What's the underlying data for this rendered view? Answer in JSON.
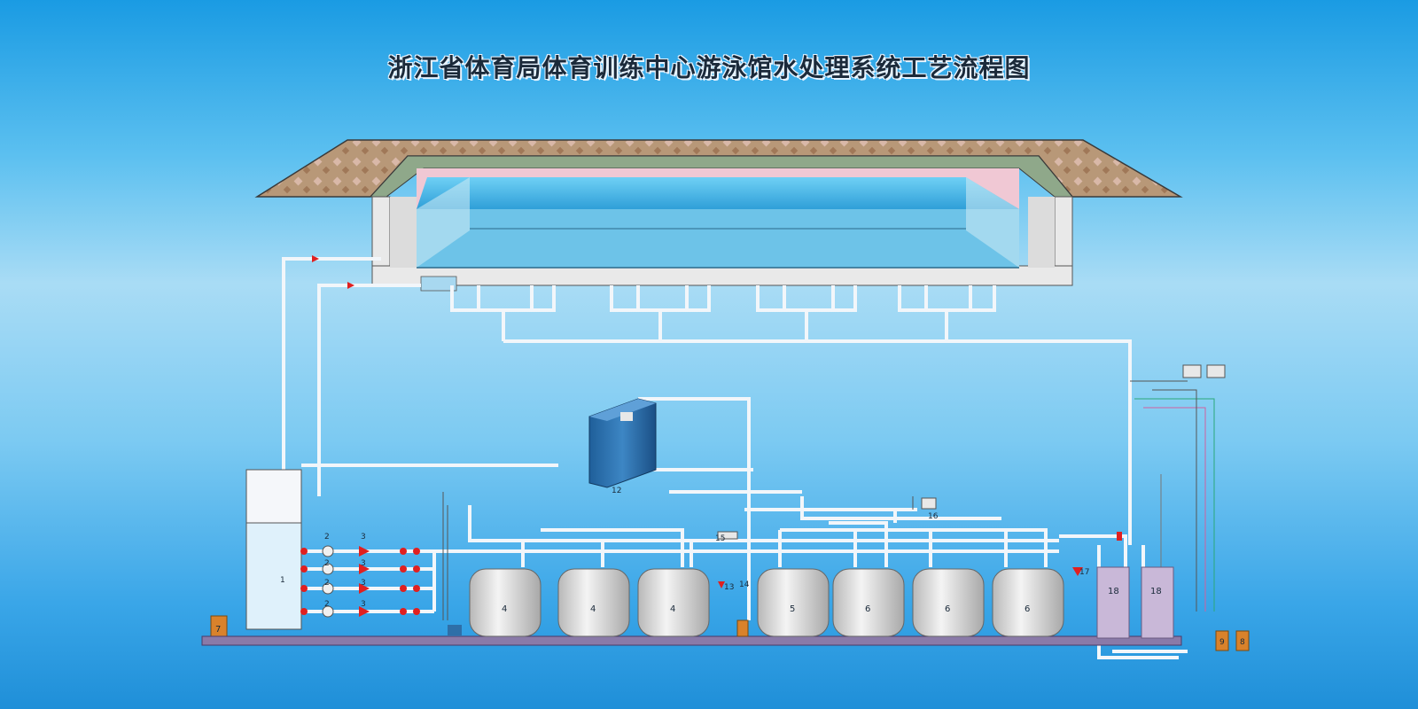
{
  "title": "浙江省体育局体育训练中心游泳馆水处理系统工艺流程图",
  "equipment_numbers": {
    "balance_tank": "1",
    "pumps": [
      "2",
      "3"
    ],
    "filters_a": "4",
    "filter_b": "5",
    "filters_c": "6",
    "dosing_left": "7",
    "dosing_right": [
      "9",
      "8"
    ],
    "control_cabinet": "12",
    "dosing_pump": "13",
    "dosing_tank": "14",
    "flow_meter": "15",
    "ozone_unit": "16",
    "valve_17": "17",
    "heat_exchangers": [
      "18",
      "18"
    ]
  },
  "colors": {
    "pipe": "#f2f6fa",
    "tank_body": "#dcdcdc",
    "platform": "#8a7aa8",
    "cabinet": "#2e6fa8",
    "heat_exchanger": "#c9b8d8",
    "dosing": "#d9822b",
    "valve": "#e02020",
    "pool_water": "#4fb8e8",
    "pool_deck": "#b89a7c"
  }
}
